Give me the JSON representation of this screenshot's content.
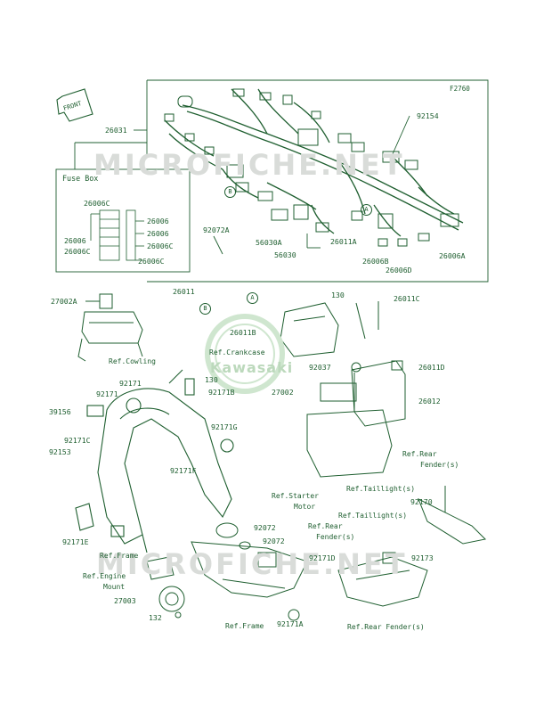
{
  "figure_code": "F2760",
  "watermark": "MICROFICHE.NET",
  "logo": "Kawasaki",
  "front_label": "FRONT",
  "fuse_box": {
    "title": "Fuse Box",
    "labels": [
      "26006C",
      "26006",
      "26006",
      "26006",
      "26006C",
      "26006C",
      "26006C"
    ]
  },
  "callouts": {
    "circle_a": "A",
    "circle_b": "B"
  },
  "parts": {
    "p26031": "26031",
    "p92154": "92154",
    "p92072a": "92072A",
    "p56030a": "56030A",
    "p56030": "56030",
    "p26011a": "26011A",
    "p26006b": "26006B",
    "p26006d": "26006D",
    "p26006a": "26006A",
    "p27002a": "27002A",
    "p26011": "26011",
    "p26011b": "26011B",
    "p130a": "130",
    "p26011c": "26011C",
    "p92037": "92037",
    "p26011d": "26011D",
    "p27002": "27002",
    "p26012": "26012",
    "p92171a1": "92171",
    "p130b": "130",
    "p92171a2": "92171",
    "p92171b": "92171B",
    "p39156": "39156",
    "p92171g": "92171G",
    "p92171c": "92171C",
    "p92153": "92153",
    "p92171f": "92171F",
    "p92170": "92170",
    "p92171e": "92171E",
    "p92072b": "92072",
    "p92072c": "92072",
    "p92171d": "92171D",
    "p92173": "92173",
    "p27003": "27003",
    "p132": "132",
    "p92171a": "92171A"
  },
  "refs": {
    "cowling": "Ref.Cowling",
    "crankcase": "Ref.Crankcase",
    "rear_fender_1a": "Ref.Rear",
    "rear_fender_1b": "Fender(s)",
    "starter_a": "Ref.Starter",
    "starter_b": "Motor",
    "taillight_1": "Ref.Taillight(s)",
    "taillight_2": "Ref.Taillight(s)",
    "rear_fender_2a": "Ref.Rear",
    "rear_fender_2b": "Fender(s)",
    "frame_1": "Ref.Frame",
    "engine_mount_a": "Ref.Engine",
    "engine_mount_b": "Mount",
    "frame_2": "Ref.Frame",
    "rear_fender_3": "Ref.Rear Fender(s)"
  }
}
